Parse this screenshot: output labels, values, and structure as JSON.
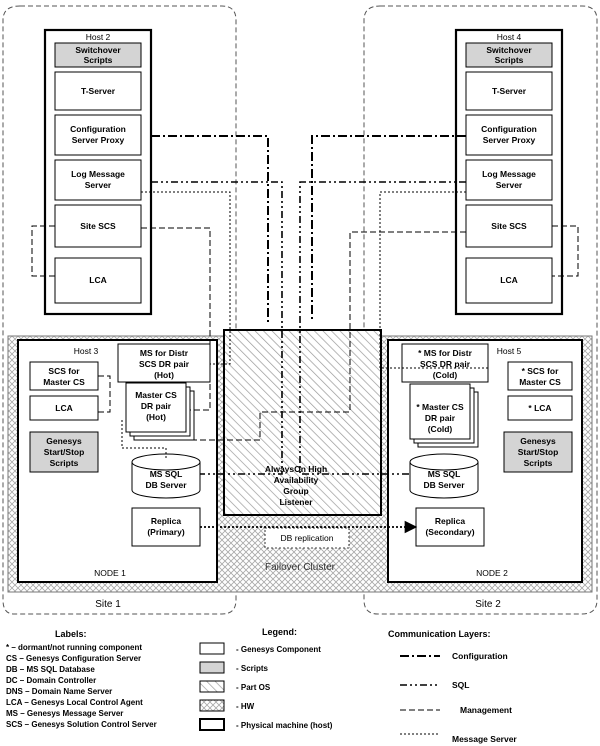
{
  "host2": {
    "title": "Host 2",
    "switchover": [
      "Switchover",
      "Scripts"
    ],
    "tserver": "T-Server",
    "config_proxy": [
      "Configuration",
      "Server Proxy"
    ],
    "log_server": [
      "Log Message",
      "Server"
    ],
    "site_scs": "Site SCS",
    "lca": "LCA"
  },
  "host4": {
    "title": "Host 4",
    "switchover": [
      "Switchover",
      "Scripts"
    ],
    "tserver": "T-Server",
    "config_proxy": [
      "Configuration",
      "Server Proxy"
    ],
    "log_server": [
      "Log Message",
      "Server"
    ],
    "site_scs": "Site SCS",
    "lca": "LCA"
  },
  "host3": {
    "title": "Host 3",
    "scs_master": [
      "SCS for",
      "Master CS"
    ],
    "lca": "LCA",
    "genesys_scripts": [
      "Genesys",
      "Start/Stop",
      "Scripts"
    ],
    "ms_distr": [
      "MS for Distr",
      "SCS DR pair",
      "(Hot)"
    ],
    "master_cs": [
      "Master CS",
      "DR pair",
      "(Hot)"
    ],
    "db_server": [
      "MS SQL",
      "DB Server"
    ],
    "replica": [
      "Replica",
      "(Primary)"
    ],
    "node": "NODE 1"
  },
  "host5": {
    "title": "Host 5",
    "ms_distr": [
      "* MS for Distr",
      "SCS DR pair",
      "(Cold)"
    ],
    "scs_master": [
      "* SCS for",
      "Master CS"
    ],
    "lca": "* LCA",
    "master_cs": [
      "* Master CS",
      "DR pair",
      "(Cold)"
    ],
    "genesys_scripts": [
      "Genesys",
      "Start/Stop",
      "Scripts"
    ],
    "db_server": [
      "MS SQL",
      "DB Server"
    ],
    "replica": [
      "Replica",
      "(Secondary)"
    ],
    "node": "NODE 2"
  },
  "alwayson": [
    "AlwaysOn High",
    "Availability",
    "Group",
    "Listener"
  ],
  "db_replication": "DB replication",
  "failover_cluster": "Failover Cluster",
  "site1": "Site 1",
  "site2": "Site 2",
  "labels": {
    "title": "Labels:",
    "items": [
      "* – dormant/not running component",
      "CS – Genesys Configuration Server",
      "DB – MS SQL Database",
      "DC – Domain Controller",
      "DNS – Domain Name Server",
      "LCA – Genesys Local Control Agent",
      "MS – Genesys Message Server",
      "SCS – Genesys Solution Control Server"
    ]
  },
  "legend": {
    "title": "Legend:",
    "items": [
      "- Genesys Component",
      "- Scripts",
      "- Part OS",
      "- HW",
      "- Physical machine (host)"
    ]
  },
  "comm": {
    "title": "Communication Layers:",
    "items": [
      "Configuration",
      "SQL",
      "Management",
      "Message Server"
    ]
  }
}
